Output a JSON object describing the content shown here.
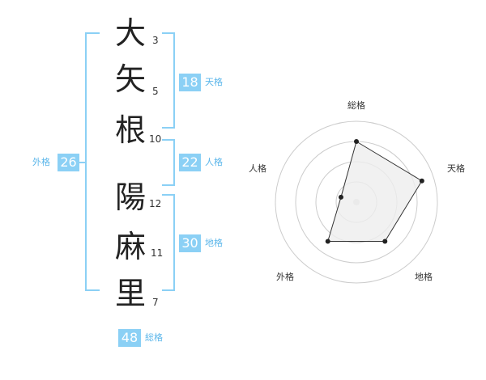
{
  "name_chars": [
    {
      "char": "大",
      "strokes": "3"
    },
    {
      "char": "矢",
      "strokes": "5"
    },
    {
      "char": "根",
      "strokes": "10"
    },
    {
      "char": "陽",
      "strokes": "12"
    },
    {
      "char": "麻",
      "strokes": "11"
    },
    {
      "char": "里",
      "strokes": "7"
    }
  ],
  "fortunes": {
    "tenkaku": {
      "value": "18",
      "label": "天格"
    },
    "jinkaku": {
      "value": "22",
      "label": "人格"
    },
    "chikaku": {
      "value": "30",
      "label": "地格"
    },
    "gaikaku": {
      "value": "26",
      "label": "外格"
    },
    "soukaku": {
      "value": "48",
      "label": "総格"
    }
  },
  "chart_data": {
    "type": "radar",
    "axes": [
      "総格",
      "天格",
      "地格",
      "外格",
      "人格"
    ],
    "values": [
      0.75,
      0.85,
      0.6,
      0.6,
      0.2
    ],
    "range": [
      0,
      1
    ],
    "rings": 4,
    "fill_color": "#eeeeee",
    "line_color": "#333333",
    "ring_color": "#cccccc"
  },
  "colors": {
    "accent": "#8bd0f5",
    "accent_text": "#5bb6ea"
  }
}
